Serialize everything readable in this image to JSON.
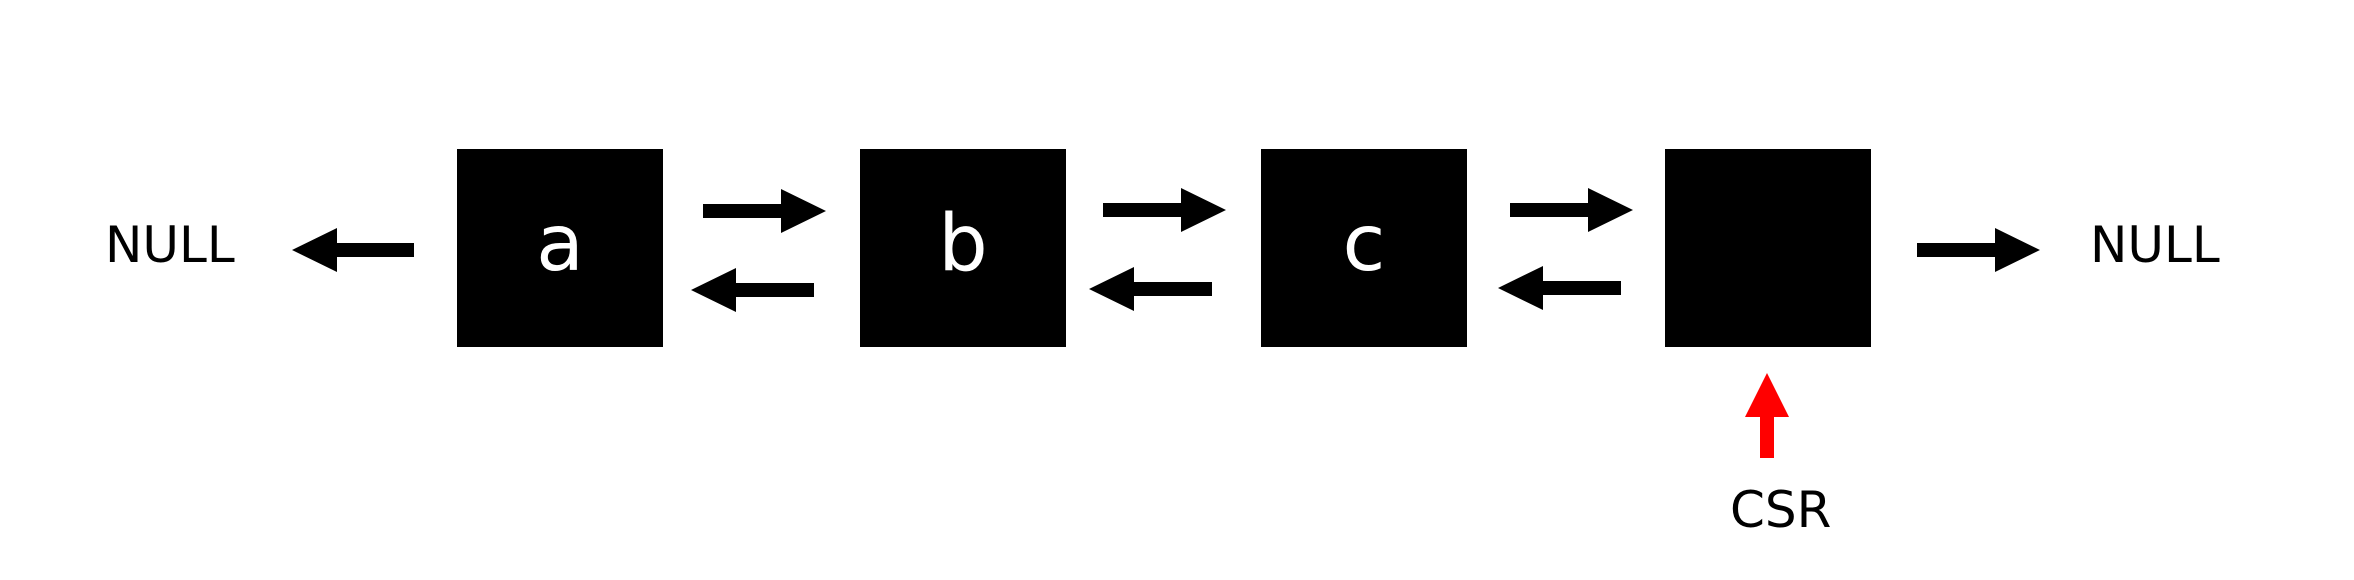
{
  "nodes": [
    {
      "label": "a"
    },
    {
      "label": "b"
    },
    {
      "label": "c"
    },
    {
      "label": ""
    }
  ],
  "null_left": "NULL",
  "null_right": "NULL",
  "pointer_label": "CSR",
  "colors": {
    "node_fill": "#000000",
    "node_text": "#ffffff",
    "arrow": "#000000",
    "pointer_arrow": "#ff0000"
  }
}
